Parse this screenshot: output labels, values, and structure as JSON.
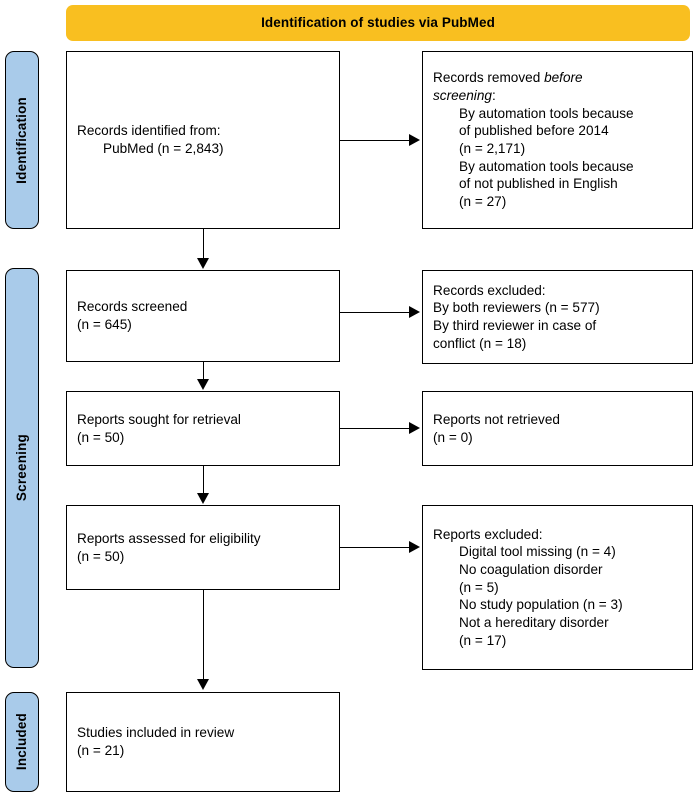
{
  "banner": {
    "title": "Identification of studies via PubMed",
    "color": "#F9BF20"
  },
  "stages": [
    {
      "key": "identification",
      "label": "Identification",
      "color": "#A9CBEA"
    },
    {
      "key": "screening",
      "label": "Screening",
      "color": "#A9CBEA"
    },
    {
      "key": "included",
      "label": "Included",
      "color": "#A9CBEA"
    }
  ],
  "boxes": {
    "records_identified": {
      "line1": "Records identified from:",
      "line2": "PubMed (n = 2,843)"
    },
    "records_removed": {
      "line1_pre": "Records removed ",
      "line1_em": "before",
      "line2_em": "screening",
      "line2_post": ":",
      "line3": "By automation tools because",
      "line4": "of published before 2014",
      "line5": "(n = 2,171)",
      "line6": "By automation tools because",
      "line7": "of not published in English",
      "line8": "(n = 27)"
    },
    "records_screened": {
      "line1": "Records screened",
      "line2": "(n = 645)"
    },
    "records_excluded": {
      "line1": "Records excluded:",
      "line2": "By both reviewers (n = 577)",
      "line3": "By third reviewer in case of",
      "line4": "conflict (n = 18)"
    },
    "reports_sought": {
      "line1": "Reports sought for retrieval",
      "line2": "(n = 50)"
    },
    "reports_not_retrieved": {
      "line1": "Reports not retrieved",
      "line2": "(n = 0)"
    },
    "reports_assessed": {
      "line1": "Reports assessed for eligibility",
      "line2": "(n = 50)"
    },
    "reports_excluded": {
      "line1": "Reports excluded:",
      "line2": "Digital tool missing (n = 4)",
      "line3": "No coagulation disorder",
      "line4": "(n = 5)",
      "line5": "No study population (n = 3)",
      "line6": "Not a hereditary disorder",
      "line7": "(n = 17)"
    },
    "studies_included": {
      "line1": "Studies included in review",
      "line2": "(n = 21)"
    }
  }
}
